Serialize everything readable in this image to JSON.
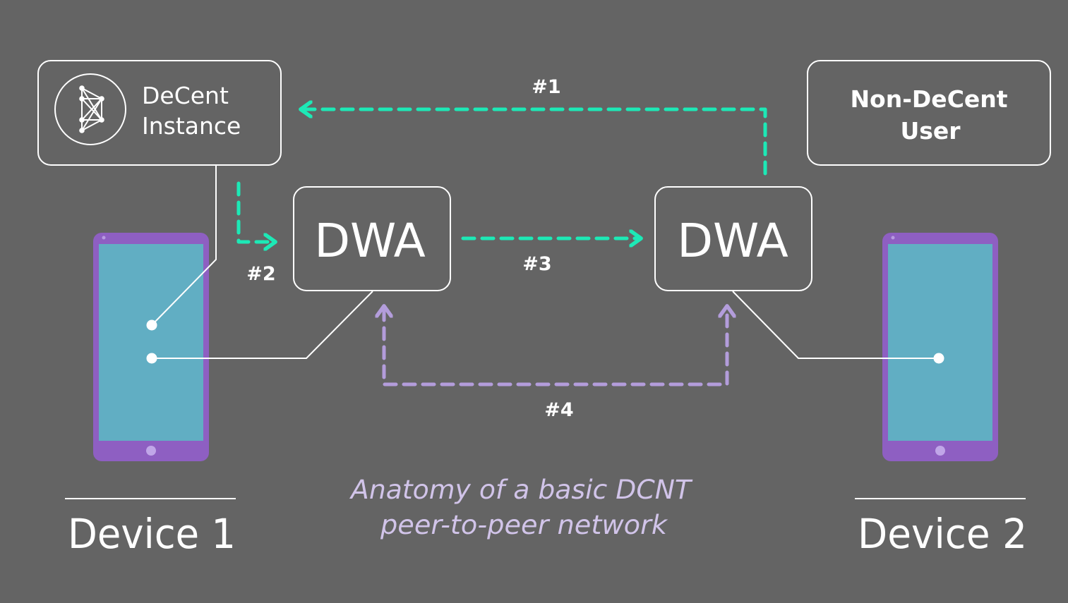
{
  "decent_instance": {
    "line1": "DeCent",
    "line2": "Instance"
  },
  "non_decent_user": {
    "line1": "Non-DeCent",
    "line2": "User"
  },
  "dwa_left": {
    "label": "DWA"
  },
  "dwa_right": {
    "label": "DWA"
  },
  "steps": {
    "step1": "#1",
    "step2": "#2",
    "step3": "#3",
    "step4": "#4"
  },
  "caption": {
    "line1": "Anatomy of a basic DCNT",
    "line2": "peer-to-peer network"
  },
  "device1": {
    "label": "Device 1"
  },
  "device2": {
    "label": "Device 2"
  },
  "colors": {
    "background": "#646464",
    "teal_arrow": "#1de9b6",
    "purple_arrow": "#b39ddb",
    "caption": "#d1c4e9",
    "phone_body": "#8e5fc2",
    "phone_screen": "#61aec3",
    "white": "#ffffff"
  }
}
